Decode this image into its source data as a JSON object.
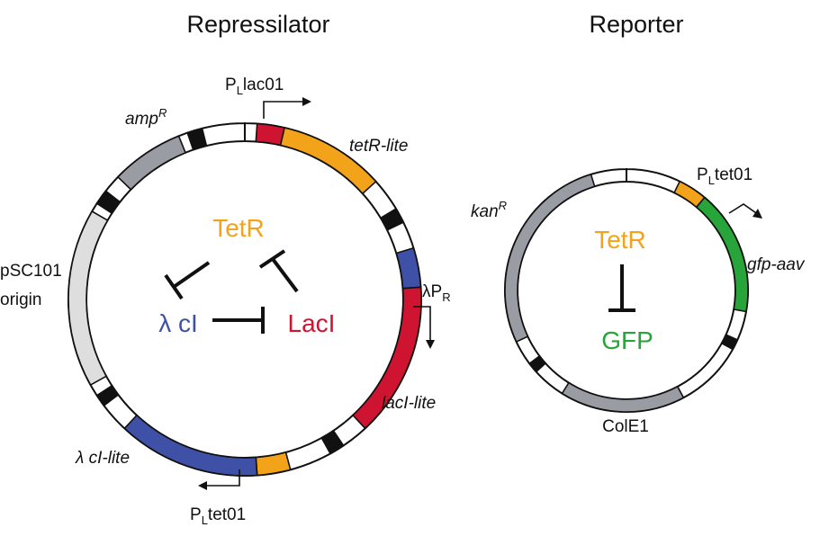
{
  "colors": {
    "ring_fill": "#ffffff",
    "ring_stroke": "#111111",
    "tetR": "#f3a31a",
    "lacI": "#cf1432",
    "cI": "#3f51a6",
    "gfp": "#27a43a",
    "grey_gene": "#9a9ca3",
    "origin": "#dedede",
    "block": "#111111",
    "arrow": "#111111"
  },
  "repressilator": {
    "title": "Repressilator",
    "promoter_lac": {
      "prefix": "P",
      "sub": "L",
      "suffix": "lac01"
    },
    "promoter_tet": {
      "prefix": "P",
      "sub": "L",
      "suffix": "tet01"
    },
    "promoter_lambda": {
      "prefix": "λP",
      "sub": "R"
    },
    "amp": {
      "base": "amp",
      "sup": "R"
    },
    "tetR_gene": "tetR-lite",
    "lacI_gene": "lacI-lite",
    "cI_gene": "λ cI-lite",
    "origin_line1": "pSC101",
    "origin_line2": "origin",
    "protein_tetR": "TetR",
    "protein_lacI": "LacI",
    "protein_cI": "λ cI"
  },
  "reporter": {
    "title": "Reporter",
    "promoter_tet": {
      "prefix": "P",
      "sub": "L",
      "suffix": "tet01"
    },
    "kan": {
      "base": "kan",
      "sup": "R"
    },
    "gfp_gene": "gfp-aav",
    "colE1": "ColE1",
    "protein_tetR": "TetR",
    "protein_gfp": "GFP"
  }
}
